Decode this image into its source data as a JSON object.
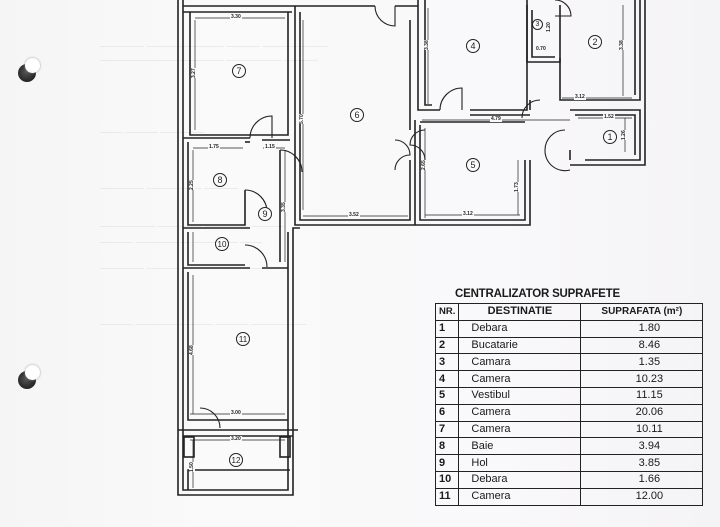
{
  "document": {
    "type": "floor-plan-scan",
    "table": {
      "title": "CENTRALIZATOR SUPRAFETE",
      "headers": {
        "nr": "NR.",
        "destination": "DESTINATIE",
        "area": "SUPRAFATA (m²)"
      },
      "rows": [
        {
          "nr": "1",
          "destination": "Debara",
          "area": "1.80"
        },
        {
          "nr": "2",
          "destination": "Bucatarie",
          "area": "8.46"
        },
        {
          "nr": "3",
          "destination": "Camara",
          "area": "1.35"
        },
        {
          "nr": "4",
          "destination": "Camera",
          "area": "10.23"
        },
        {
          "nr": "5",
          "destination": "Vestibul",
          "area": "11.15"
        },
        {
          "nr": "6",
          "destination": "Camera",
          "area": "20.06"
        },
        {
          "nr": "7",
          "destination": "Camera",
          "area": "10.11"
        },
        {
          "nr": "8",
          "destination": "Baie",
          "area": "3.94"
        },
        {
          "nr": "9",
          "destination": "Hol",
          "area": "3.85"
        },
        {
          "nr": "10",
          "destination": "Debara",
          "area": "1.66"
        },
        {
          "nr": "11",
          "destination": "Camera",
          "area": "12.00"
        }
      ]
    },
    "plan": {
      "rooms": [
        {
          "id": "1",
          "label": "1"
        },
        {
          "id": "2",
          "label": "2"
        },
        {
          "id": "3",
          "label": "3"
        },
        {
          "id": "4",
          "label": "4"
        },
        {
          "id": "5",
          "label": "5"
        },
        {
          "id": "6",
          "label": "6"
        },
        {
          "id": "7",
          "label": "7"
        },
        {
          "id": "8",
          "label": "8"
        },
        {
          "id": "9",
          "label": "9"
        },
        {
          "id": "10",
          "label": "10"
        },
        {
          "id": "11",
          "label": "11"
        },
        {
          "id": "12",
          "label": "12"
        }
      ],
      "dimensions": {
        "r7_width": "3.30",
        "r7_height": "3.27",
        "r6_height": "5.70",
        "r6_width": "3.52",
        "r8_width": "1.75",
        "hall_width": "1.15",
        "r8_height": "2.25",
        "r9_height": "3.35",
        "r4_height": "3.38",
        "r2_height": "3.38",
        "r3_height": "1.20",
        "r3_width": "0.70",
        "r2_width": "3.12",
        "r1_width": "1.52",
        "r1_height": "1.26",
        "vestibul_width": "4.79",
        "r5_height": "2.65",
        "r5_width": "3.12",
        "r5_side": "1.73",
        "r11_height": "4.68",
        "r11_width": "3.00",
        "r12_width": "3.20",
        "r12_height": "1.50"
      }
    }
  }
}
